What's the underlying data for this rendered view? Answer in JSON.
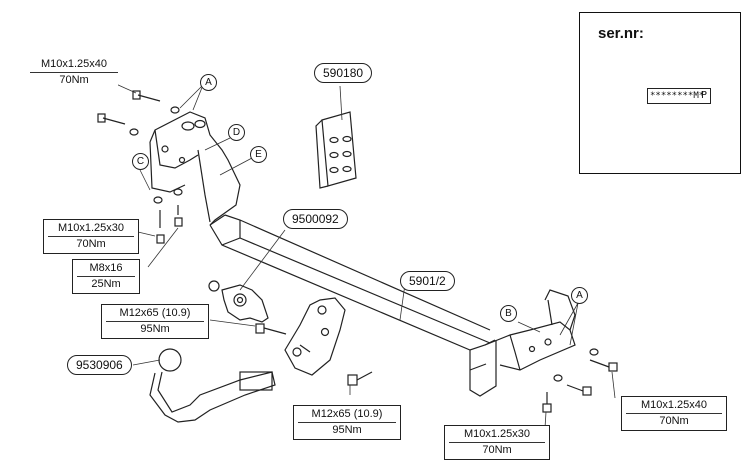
{
  "diagram": {
    "labels": {
      "bolt_top_left": [
        "M10x1.25x40",
        "70Nm"
      ],
      "bolt_left_mid": [
        "M10x1.25x30",
        "70Nm"
      ],
      "bolt_m8": [
        "M8x16",
        "25Nm"
      ],
      "bolt_m12_left": [
        "M12x65 (10.9)",
        "95Nm"
      ],
      "bolt_m12_bottom": [
        "M12x65 (10.9)",
        "95Nm"
      ],
      "bolt_bottom_right": [
        "M10x1.25x30",
        "70Nm"
      ],
      "bolt_right": [
        "M10x1.25x40",
        "70Nm"
      ]
    },
    "part_numbers": {
      "bracket": "590180",
      "bracket_plate": "9500092",
      "crossbar": "5901/2",
      "towball": "9530906"
    },
    "callout_letters": {
      "a_left": "A",
      "b": "B",
      "c": "C",
      "d": "D",
      "e": "E",
      "a_right": "A"
    },
    "serial_panel": {
      "title": "ser.nr:",
      "code": "********M*",
      "letter": "P"
    }
  }
}
